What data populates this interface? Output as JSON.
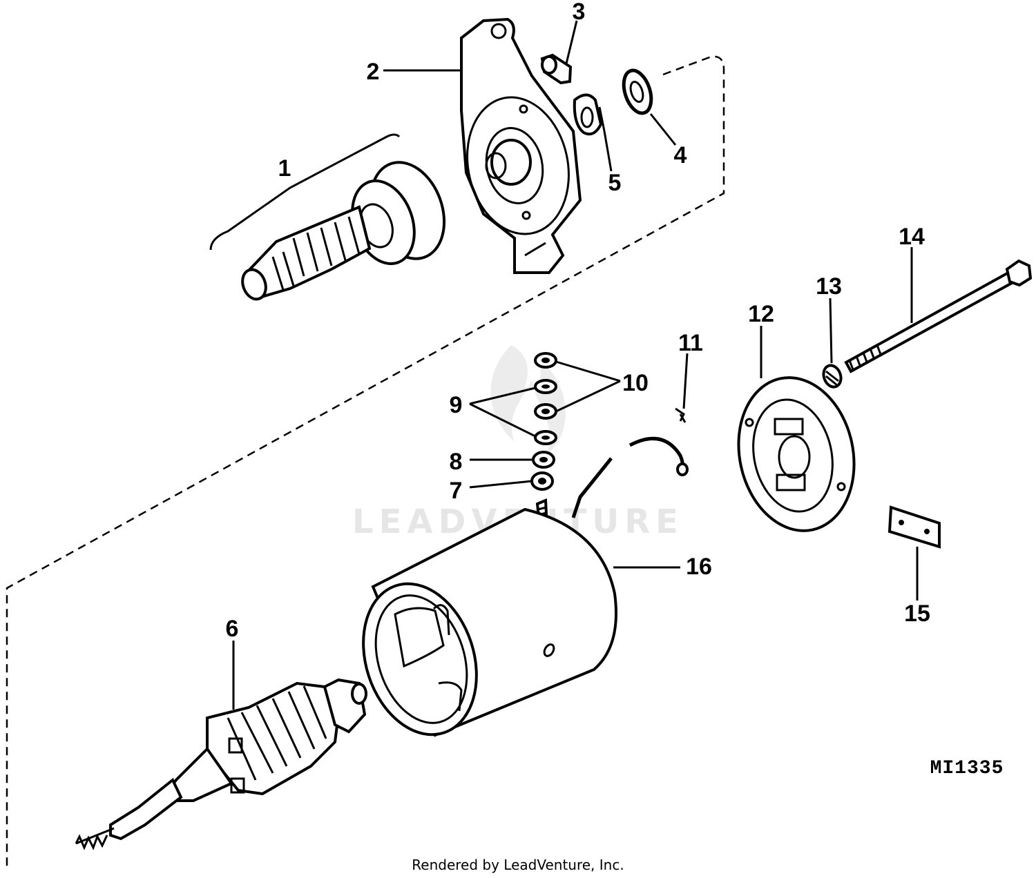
{
  "diagram": {
    "part_labels": {
      "p1": "1",
      "p2": "2",
      "p3": "3",
      "p4": "4",
      "p5": "5",
      "p6": "6",
      "p7": "7",
      "p8": "8",
      "p9": "9",
      "p10": "10",
      "p11": "11",
      "p12": "12",
      "p13": "13",
      "p14": "14",
      "p15": "15",
      "p16": "16"
    },
    "drawing_code": "MI1335",
    "watermark": "LEADVENTURE",
    "footer": "Rendered by LeadVenture, Inc."
  }
}
